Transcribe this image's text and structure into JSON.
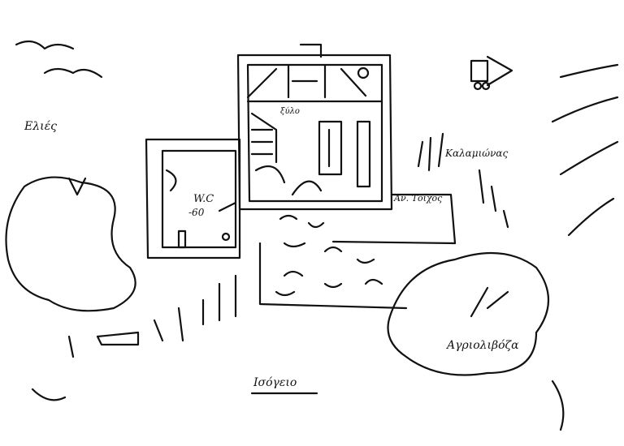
{
  "title": "Ισόγειο",
  "labels": {
    "olives": "Ελιές",
    "wc": "W.C",
    "wc_level": "-60",
    "wood": "ξύλο",
    "reeds": "Καλαμιώνας",
    "retaining_wall": "Αν. Τοίχος",
    "wild_plant": "Αγριολιβόζα"
  },
  "colors": {
    "ink": "#111111",
    "paper": "#ffffff"
  }
}
